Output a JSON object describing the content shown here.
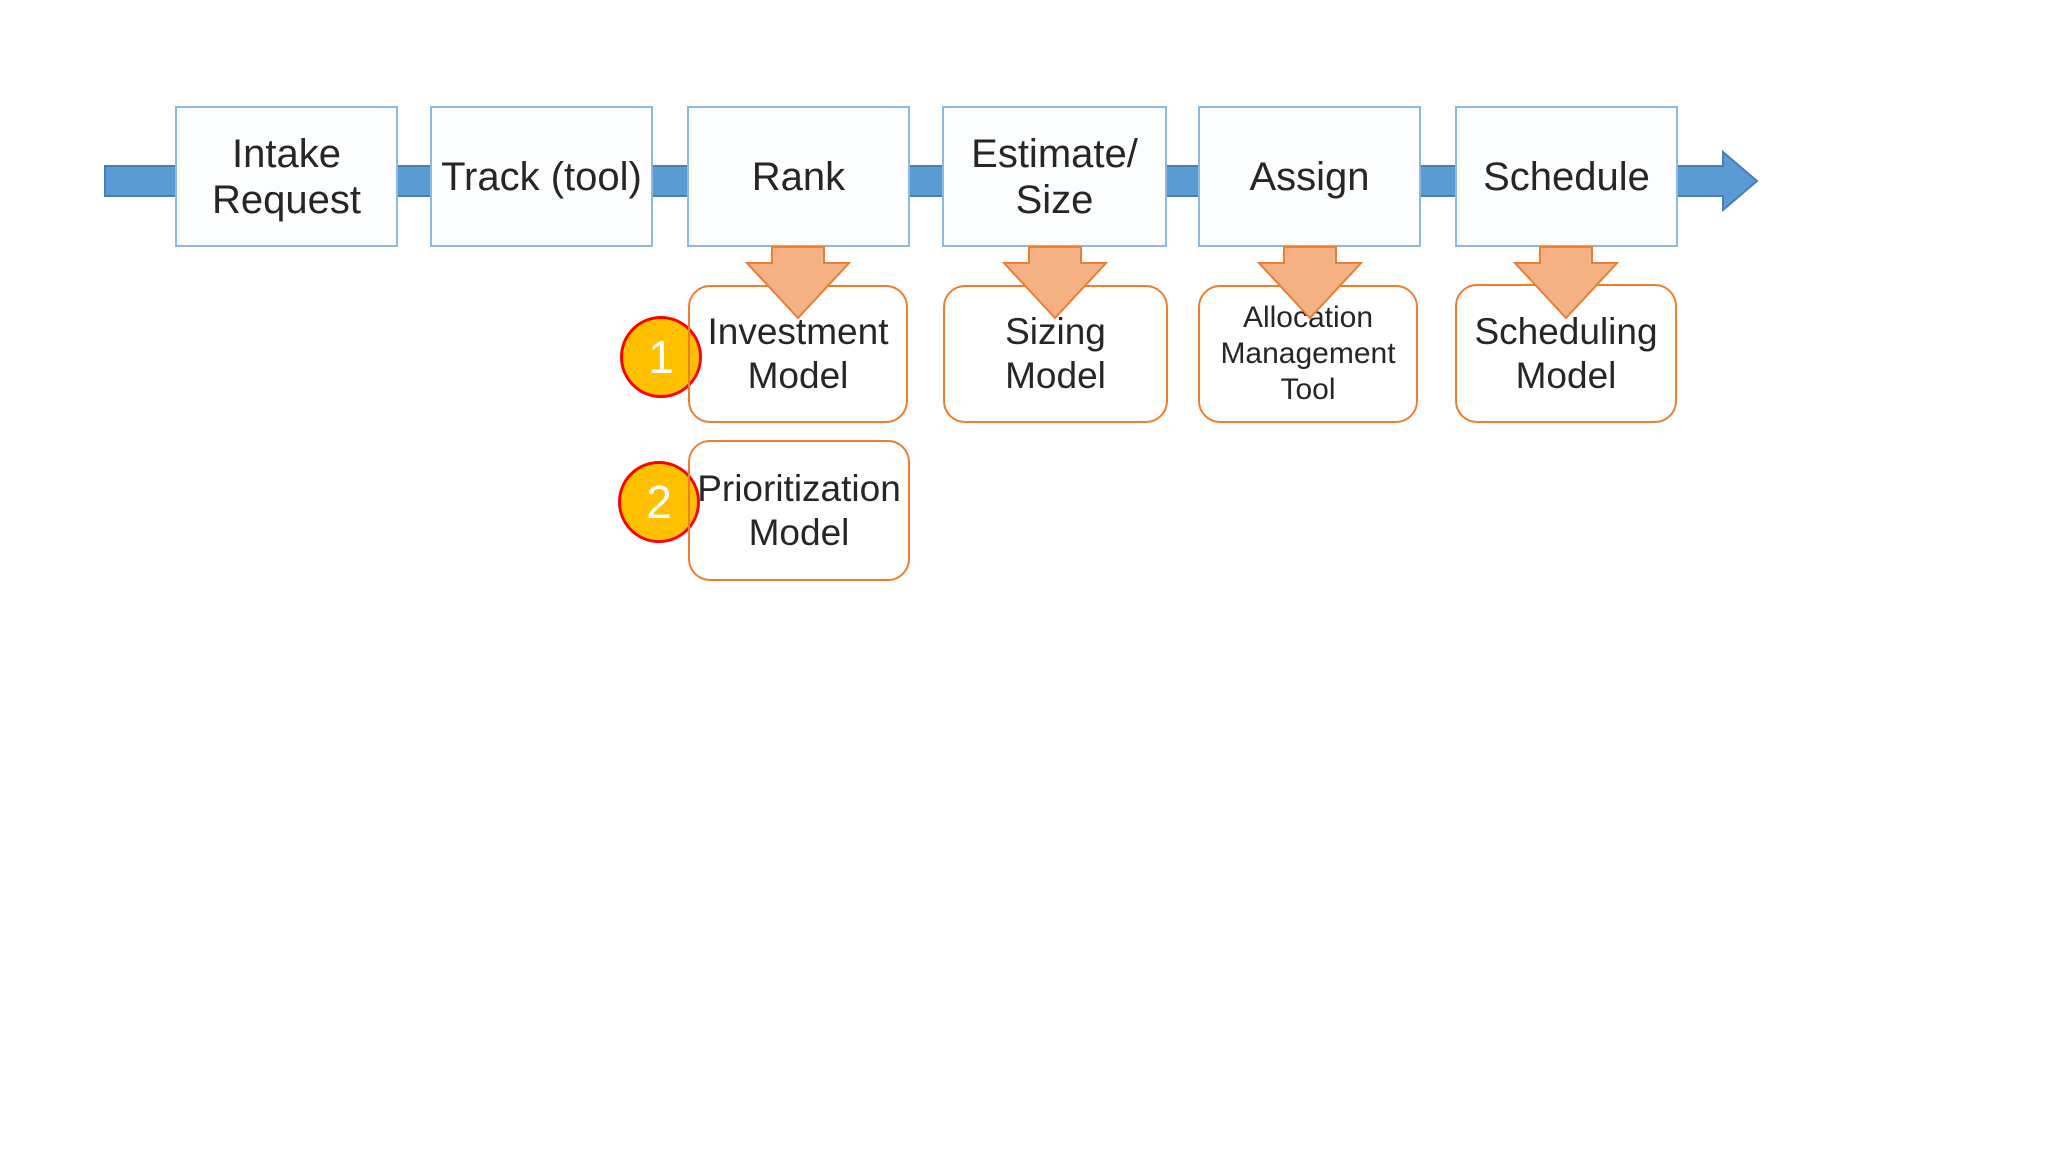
{
  "colors": {
    "canvas_bg": "#ffffff",
    "flow_blue": "#5B9BD5",
    "flow_blue_dark": "#4A7EBB",
    "step_border": "#8FB8E0",
    "step_fill": "#FBFDFE",
    "orange": "#ED7D31",
    "salmon": "#F4B183",
    "badge_fill": "#FFC000",
    "badge_border": "#FF0000",
    "text": "#262626"
  },
  "flow": {
    "steps": [
      {
        "label": "Intake\nRequest"
      },
      {
        "label": "Track (tool)"
      },
      {
        "label": "Rank"
      },
      {
        "label": "Estimate/\nSize"
      },
      {
        "label": "Assign"
      },
      {
        "label": "Schedule"
      }
    ]
  },
  "tools": {
    "items": [
      {
        "label": "Investment\nModel",
        "badge": "1"
      },
      {
        "label": "Sizing\nModel"
      },
      {
        "label": "Allocation\nManagement\nTool"
      },
      {
        "label": "Scheduling\nModel"
      },
      {
        "label": "Prioritization\nModel",
        "badge": "2"
      }
    ]
  }
}
